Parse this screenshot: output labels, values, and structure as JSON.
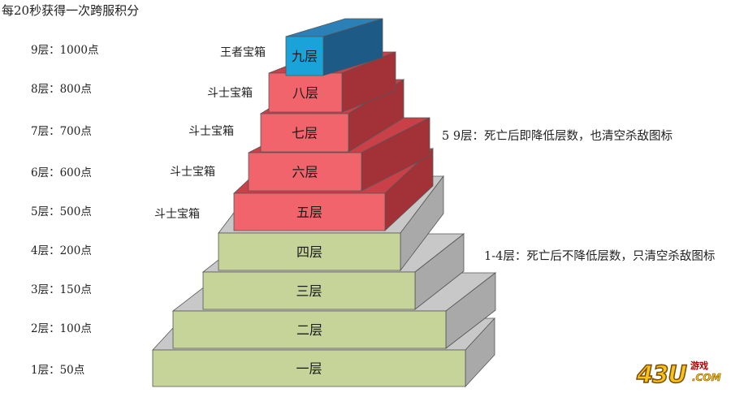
{
  "header_note": "每20秒获得一次跨服积分",
  "scores": [
    "9层：1000点",
    "8层：800点",
    "7层：700点",
    "6层：600点",
    "5层：500点",
    "4层：200点",
    "3层：150点",
    "2层：100点",
    "1层：50点"
  ],
  "chests": [
    "王者宝箱",
    "斗士宝箱",
    "斗士宝箱",
    "斗士宝箱",
    "斗士宝箱"
  ],
  "layers": [
    "九层",
    "八层",
    "七层",
    "六层",
    "五层",
    "四层",
    "三层",
    "二层",
    "一层"
  ],
  "rules": {
    "upper": "5 9层：死亡后即降低层数，也清空杀敌图标",
    "lower": "1-4层：死亡后不降低层数，只清空杀敌图标"
  },
  "logo": {
    "main": "43U",
    "sub": "游戏",
    "com": ".COM"
  },
  "colors": {
    "top_front": "#1aa3d9",
    "top_top": "#2b80b8",
    "top_side": "#1e5a86",
    "red_front": "#f2646b",
    "red_top": "#c94049",
    "red_side": "#a33238",
    "green_front": "#c6d49a",
    "gray_top": "#c8c8c8",
    "gray_side": "#a9a9a9"
  }
}
